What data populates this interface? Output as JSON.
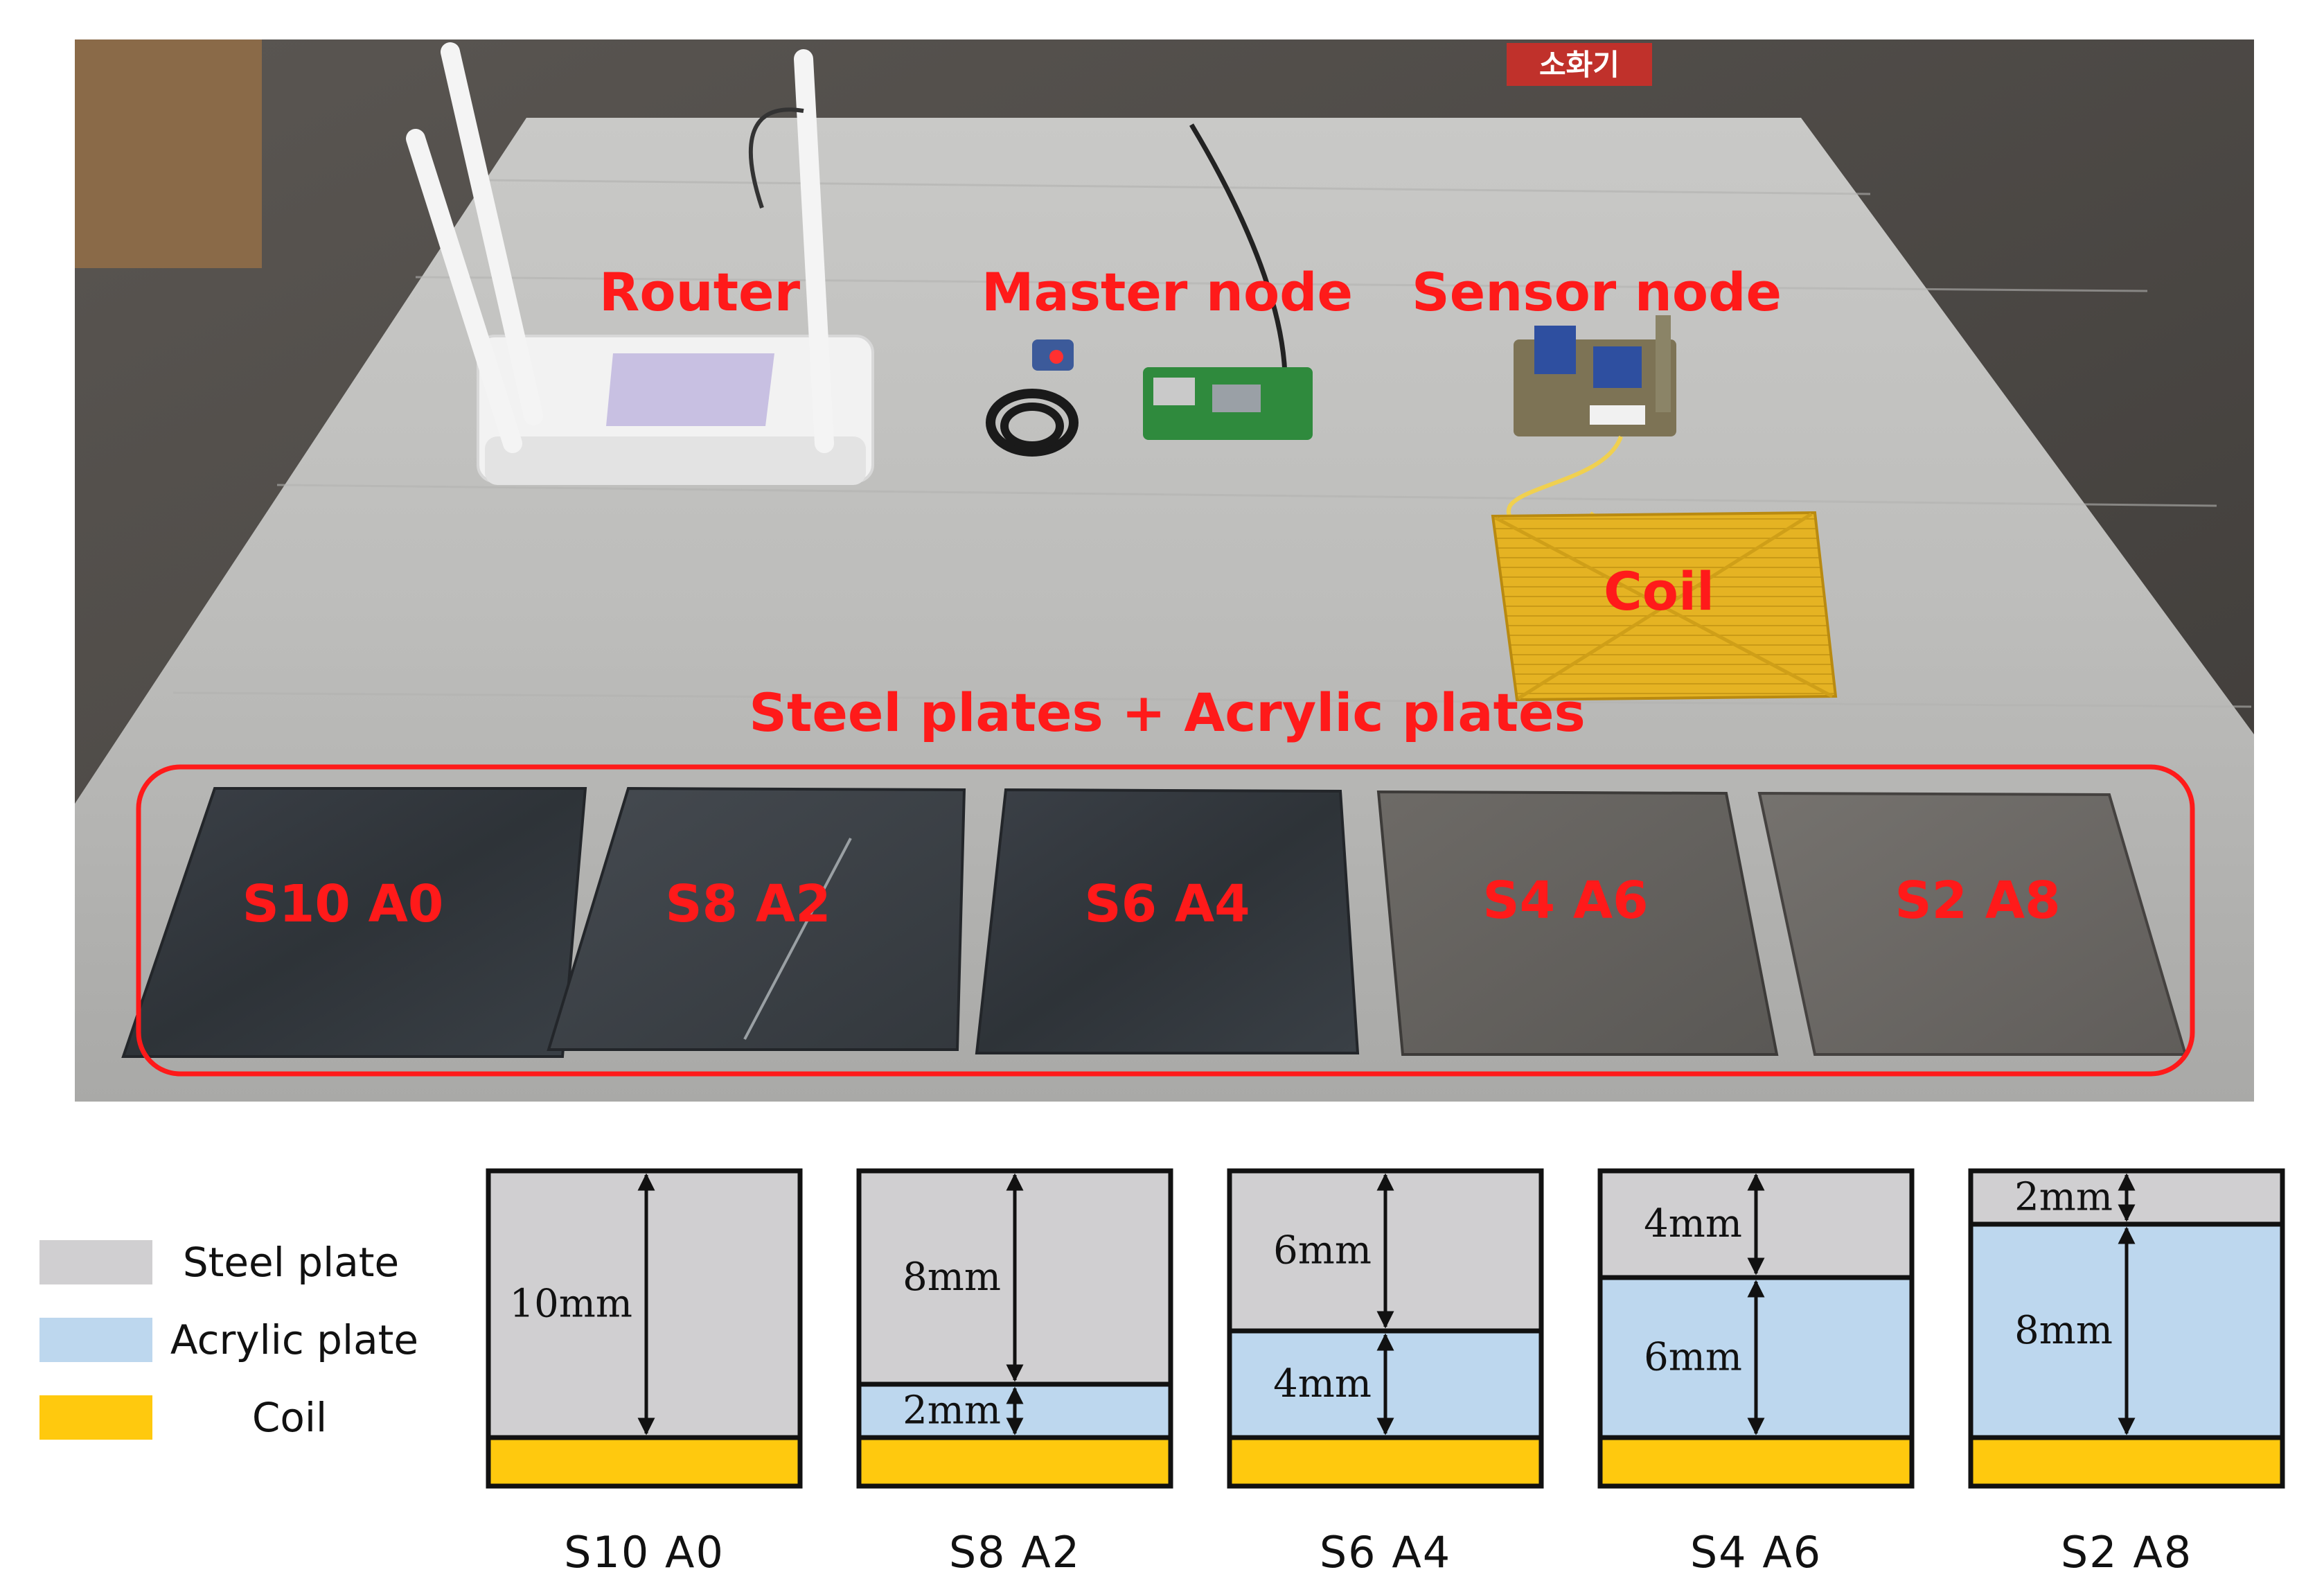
{
  "photo": {
    "labels": {
      "router": "Router",
      "master_node": "Master node",
      "sensor_node": "Sensor node",
      "coil": "Coil",
      "plates_group": "Steel plates + Acrylic plates",
      "background_sign": "소화기"
    },
    "plates": [
      "S10 A0",
      "S8 A2",
      "S6 A4",
      "S4 A6",
      "S2 A8"
    ],
    "colors": {
      "annotation": "#ff1a1a"
    }
  },
  "legend": {
    "steel": "Steel plate",
    "acrylic": "Acrylic plate",
    "coil": "Coil"
  },
  "colors": {
    "steel": "#d0cfd1",
    "acrylic": "#bdd7ee",
    "coil": "#ffc90e",
    "outline": "#111111"
  },
  "stacks": [
    {
      "caption": "S10 A0",
      "steel_mm": 10,
      "acrylic_mm": 0,
      "steel_label": "10mm",
      "acrylic_label": ""
    },
    {
      "caption": "S8 A2",
      "steel_mm": 8,
      "acrylic_mm": 2,
      "steel_label": "8mm",
      "acrylic_label": "2mm"
    },
    {
      "caption": "S6 A4",
      "steel_mm": 6,
      "acrylic_mm": 4,
      "steel_label": "6mm",
      "acrylic_label": "4mm"
    },
    {
      "caption": "S4 A6",
      "steel_mm": 4,
      "acrylic_mm": 6,
      "steel_label": "4mm",
      "acrylic_label": "6mm"
    },
    {
      "caption": "S2 A8",
      "steel_mm": 2,
      "acrylic_mm": 8,
      "steel_label": "2mm",
      "acrylic_label": "8mm"
    }
  ]
}
